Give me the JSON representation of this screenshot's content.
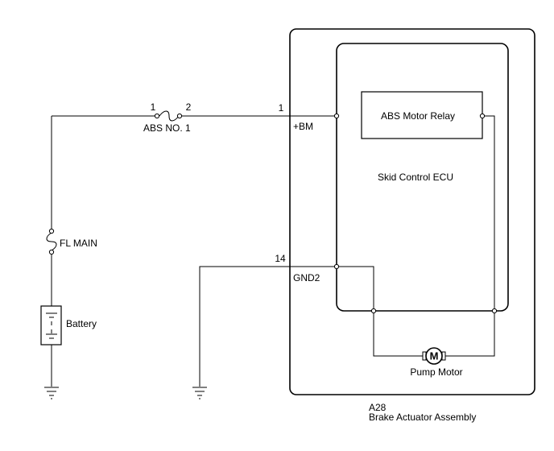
{
  "fuse_abs": {
    "pin_in": "1",
    "pin_out": "2",
    "name": "ABS NO. 1"
  },
  "fuse_main": {
    "name": "FL MAIN"
  },
  "battery": {
    "name": "Battery"
  },
  "connector": {
    "pin_bm": "1",
    "label_bm": "+BM",
    "pin_gnd": "14",
    "label_gnd": "GND2",
    "code": "A28",
    "assembly_name": "Brake Actuator Assembly"
  },
  "ecu": {
    "name": "Skid Control ECU"
  },
  "relay": {
    "name": "ABS Motor Relay"
  },
  "motor": {
    "name": "Pump Motor",
    "symbol": "M"
  }
}
